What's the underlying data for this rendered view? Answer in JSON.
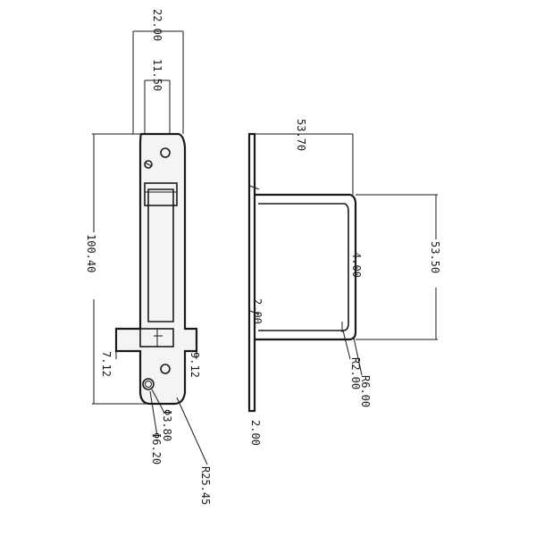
{
  "drawing": {
    "dimensions": {
      "width_22": "22.00",
      "width_1150": "11.50",
      "length_10040": "100.40",
      "offset_712": "7.12",
      "offset_912": "9.12",
      "height_5370": "53.70",
      "height_5350": "53.50",
      "gap_400": "4.00",
      "gap_200": "2.00",
      "radius_r6": "R6.00",
      "radius_r2": "R2.00",
      "thickness_200": "2.00",
      "hole_phi380": "Φ3.80",
      "hole_phi620": "Φ6.20",
      "radius_r2545": "R25.45"
    }
  }
}
